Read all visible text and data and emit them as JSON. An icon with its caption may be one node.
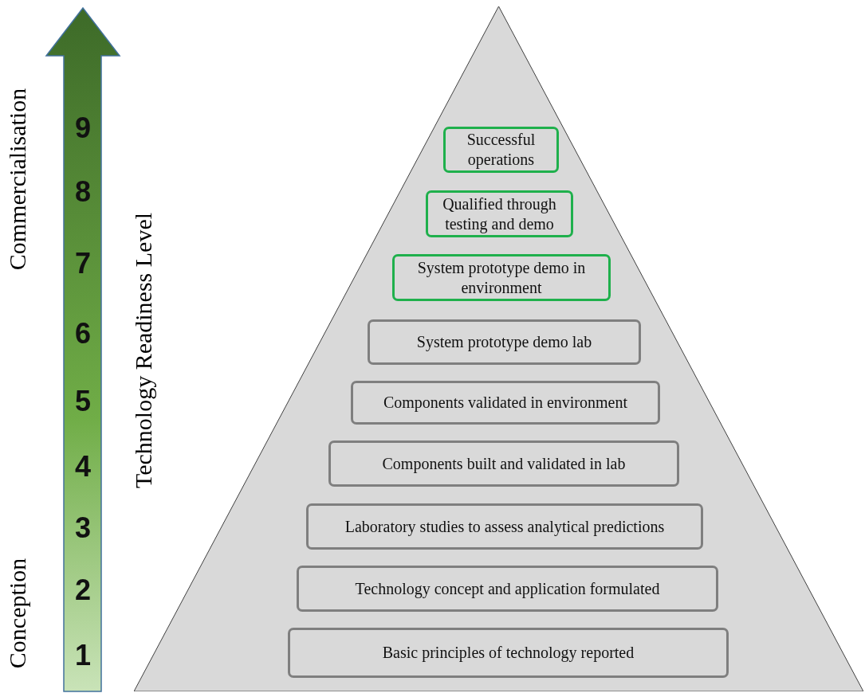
{
  "diagram": {
    "nodes": [
      {
        "text": [],
        "shape": "triangle"
      },
      {
        "text": [
          "Successful operations"
        ],
        "in": 0
      },
      {
        "text": [
          "Qualified through testing and demo"
        ],
        "in": 0
      },
      {
        "text": [
          "System prototype demo in environment"
        ],
        "in": 0
      },
      {
        "text": [
          "System prototype demo lab"
        ],
        "in": 0
      },
      {
        "text": [
          "Components validated in environment"
        ],
        "in": 0
      },
      {
        "text": [
          "Components built and validated in lab"
        ],
        "in": 0
      },
      {
        "text": [
          "Laboratory studies to assess analytical predictions"
        ],
        "in": 0
      },
      {
        "text": [
          "Technology concept and application formulated"
        ],
        "in": 0
      },
      {
        "text": [
          "Basic principles of technology reported"
        ],
        "in": 0
      }
    ],
    "labels": [
      "Commercialisation",
      "9",
      "8",
      "7",
      "6",
      "5",
      "4",
      "3",
      "2",
      "1",
      "Conception",
      "Technology Readiness Level"
    ]
  }
}
